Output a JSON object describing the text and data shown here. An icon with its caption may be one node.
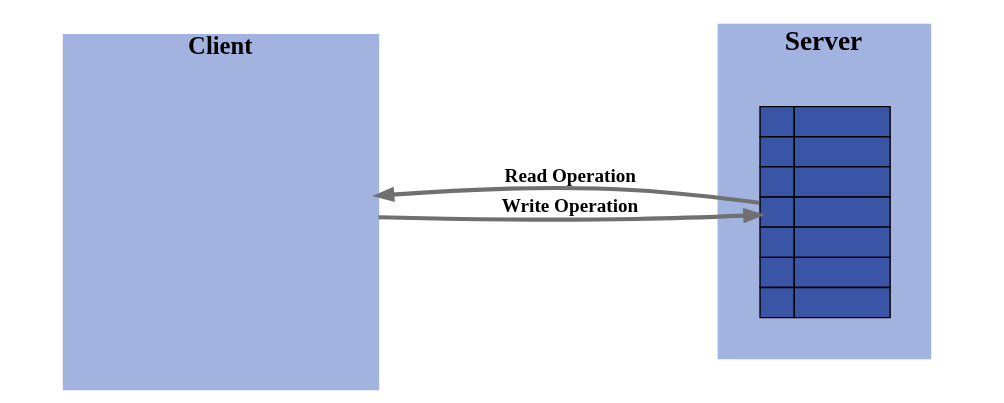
{
  "diagram": {
    "nodes": [
      {
        "text": [
          "Server"
        ]
      },
      {
        "text": [],
        "shape": "box",
        "in": 0
      },
      {
        "text": [
          "Client"
        ]
      }
    ],
    "edges": [
      {
        "from": 2,
        "to": 1,
        "arrow": "to",
        "label": "Write Operation"
      },
      {
        "from": 1,
        "to": 2,
        "arrow": "to",
        "label": "Read Operation"
      }
    ]
  }
}
